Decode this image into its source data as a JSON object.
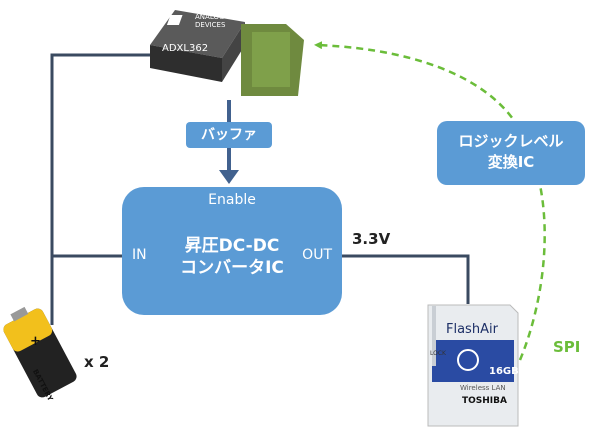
{
  "chip": {
    "brand_line1": "ANALOG",
    "brand_line2": "DEVICES",
    "part": "ADXL362"
  },
  "buffer": {
    "label": "バッファ"
  },
  "converter": {
    "enable_label": "Enable",
    "title_line1": "昇圧DC-DC",
    "title_line2": "コンバータIC",
    "in_label": "IN",
    "out_label": "OUT"
  },
  "output_voltage": "3.3V",
  "level_shifter": {
    "line1": "ロジックレベル",
    "line2": "変換IC"
  },
  "bus": {
    "label": "SPI"
  },
  "battery": {
    "label": "BATTERY",
    "plus": "+",
    "count": "x 2"
  },
  "sd_card": {
    "brand": "FlashAir",
    "capacity": "16GB",
    "lock": "LOCK",
    "subtitle": "Wireless LAN",
    "maker": "TOSHIBA"
  },
  "colors": {
    "box": "#5b9bd5",
    "wire": "#3a4a60",
    "arrow": "#41618e",
    "spi": "#6bbd3a"
  }
}
